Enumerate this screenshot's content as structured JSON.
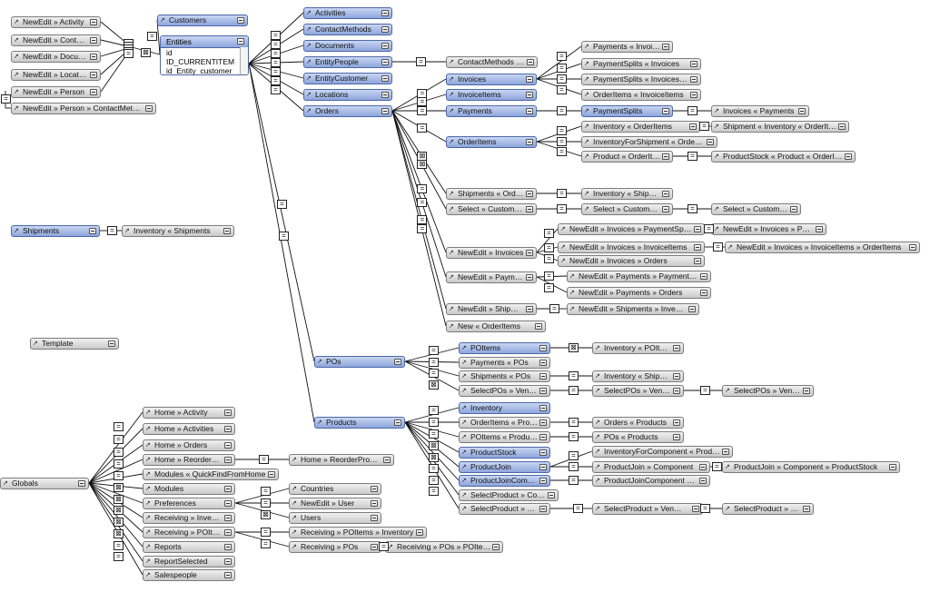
{
  "graph": {
    "occurrences": [
      {
        "id": "ne_act",
        "label": "NewEdit » Activity"
      },
      {
        "id": "ne_con",
        "label": "NewEdit » Contact…"
      },
      {
        "id": "ne_doc",
        "label": "NewEdit » Document"
      },
      {
        "id": "ne_loc",
        "label": "NewEdit » Location"
      },
      {
        "id": "ne_per",
        "label": "NewEdit » Person"
      },
      {
        "id": "ne_per_cm",
        "label": "NewEdit » Person » ContactMethods"
      },
      {
        "id": "customers",
        "label": "Customers",
        "blue": true
      },
      {
        "id": "activities",
        "label": "Activities",
        "blue": true
      },
      {
        "id": "contactmethods",
        "label": "ContactMethods",
        "blue": true
      },
      {
        "id": "documents",
        "label": "Documents",
        "blue": true
      },
      {
        "id": "entitypeople",
        "label": "EntityPeople",
        "blue": true
      },
      {
        "id": "entitycustomer",
        "label": "EntityCustomer",
        "blue": true
      },
      {
        "id": "locations",
        "label": "Locations",
        "blue": true
      },
      {
        "id": "orders",
        "label": "Orders",
        "blue": true
      },
      {
        "id": "cm_e",
        "label": "ContactMethods « E…"
      },
      {
        "id": "invoices",
        "label": "Invoices",
        "blue": true
      },
      {
        "id": "invoiceitems",
        "label": "InvoiceItems",
        "blue": true
      },
      {
        "id": "payments",
        "label": "Payments",
        "blue": true
      },
      {
        "id": "orderitems",
        "label": "OrderItems",
        "blue": true
      },
      {
        "id": "pay_inv",
        "label": "Payments « Invoices"
      },
      {
        "id": "ps_inv",
        "label": "PaymentSplits « Invoices"
      },
      {
        "id": "ps_invg",
        "label": "PaymentSplits « Invoices Global"
      },
      {
        "id": "oi_ii",
        "label": "OrderItems « InvoiceItems"
      },
      {
        "id": "paymentsplits",
        "label": "PaymentSplits",
        "blue": true
      },
      {
        "id": "inv_pay",
        "label": "Invoices « Payments"
      },
      {
        "id": "inv_oi",
        "label": "Inventory « OrderItems"
      },
      {
        "id": "ship_inv_oi",
        "label": "Shipment « Inventory « OrderItems"
      },
      {
        "id": "ifs_oi",
        "label": "InventoryForShipment « OrderItems"
      },
      {
        "id": "prod_oi",
        "label": "Product « OrderItems"
      },
      {
        "id": "ps_prod_oi",
        "label": "ProductStock « Product « OrderItems"
      },
      {
        "id": "ship_ord",
        "label": "Shipments « Orders"
      },
      {
        "id": "inv_shipme1",
        "label": "Inventory « Shipme…"
      },
      {
        "id": "sel_cust1",
        "label": "Select » Customers"
      },
      {
        "id": "sel_cust2",
        "label": "Select » Customers …"
      },
      {
        "id": "sel_cust3",
        "label": "Select » Customers …"
      },
      {
        "id": "ne_inv_ps",
        "label": "NewEdit » Invoices » PaymentSplits"
      },
      {
        "id": "ne_inv_pay",
        "label": "NewEdit » Invoices » Payments"
      },
      {
        "id": "ne_inv",
        "label": "NewEdit » Invoices"
      },
      {
        "id": "ne_inv_ii",
        "label": "NewEdit » Invoices » InvoiceItems"
      },
      {
        "id": "ne_inv_ii_oi",
        "label": "NewEdit » Invoices » InvoiceItems » OrderItems"
      },
      {
        "id": "ne_inv_ord",
        "label": "NewEdit » Invoices » Orders"
      },
      {
        "id": "ne_pay",
        "label": "NewEdit » Payments"
      },
      {
        "id": "ne_pay_ps",
        "label": "NewEdit » Payments » PaymentSplits"
      },
      {
        "id": "ne_pay_ord",
        "label": "NewEdit » Payments » Orders"
      },
      {
        "id": "ne_ship",
        "label": "NewEdit » Shipments"
      },
      {
        "id": "ne_ship_inv",
        "label": "NewEdit » Shipments » Inventory"
      },
      {
        "id": "new_oi",
        "label": "New « OrderItems"
      },
      {
        "id": "shipments",
        "label": "Shipments",
        "blue": true
      },
      {
        "id": "inv_shipments",
        "label": "Inventory « Shipments"
      },
      {
        "id": "template",
        "label": "Template"
      },
      {
        "id": "pos",
        "label": "POs",
        "blue": true
      },
      {
        "id": "poitems",
        "label": "POItems",
        "blue": true
      },
      {
        "id": "inv_poitems",
        "label": "Inventory « POItems"
      },
      {
        "id": "pay_pos",
        "label": "Payments « POs"
      },
      {
        "id": "ship_pos",
        "label": "Shipments « POs"
      },
      {
        "id": "inv_shipme2",
        "label": "Inventory « Shipme…"
      },
      {
        "id": "selpos_v1",
        "label": "SelectPOs » Vendors"
      },
      {
        "id": "selpos_v2",
        "label": "SelectPOs » Vendor…"
      },
      {
        "id": "selpos_v3",
        "label": "SelectPOs » Vendor…"
      },
      {
        "id": "products",
        "label": "Products",
        "blue": true
      },
      {
        "id": "inventory",
        "label": "Inventory",
        "blue": true
      },
      {
        "id": "oi_produ",
        "label": "OrderItems « Produ…"
      },
      {
        "id": "ord_prod",
        "label": "Orders « Products"
      },
      {
        "id": "poi_prod",
        "label": "POItems « Products"
      },
      {
        "id": "pos_prod",
        "label": "POs « Products"
      },
      {
        "id": "productstock",
        "label": "ProductStock",
        "blue": true
      },
      {
        "id": "inv_pj",
        "label": "InventoryForComponent « ProductJoin"
      },
      {
        "id": "productjoin",
        "label": "ProductJoin",
        "blue": true
      },
      {
        "id": "pj_comp",
        "label": "ProductJoin » Component"
      },
      {
        "id": "pj_comp_ps",
        "label": "ProductJoin » Component » ProductStock"
      },
      {
        "id": "pjcompo",
        "label": "ProductJoinCompo…",
        "blue": true
      },
      {
        "id": "pjc_kit",
        "label": "ProductJoinComponent » Kit"
      },
      {
        "id": "sp_comp",
        "label": "SelectProduct » Comp…"
      },
      {
        "id": "sp_vend",
        "label": "SelectProduct » Vend…"
      },
      {
        "id": "sp_ven2",
        "label": "SelectProduct » Ven…"
      },
      {
        "id": "sp_ven3",
        "label": "SelectProduct » Ven…"
      },
      {
        "id": "globals",
        "label": "Globals"
      },
      {
        "id": "h_act",
        "label": "Home » Activity"
      },
      {
        "id": "h_acts",
        "label": "Home » Activities"
      },
      {
        "id": "h_ord",
        "label": "Home » Orders"
      },
      {
        "id": "h_rs",
        "label": "Home » ReorderStock"
      },
      {
        "id": "h_rp",
        "label": "Home » ReorderProduct"
      },
      {
        "id": "mod_qf",
        "label": "Modules « QuickFindFromHome"
      },
      {
        "id": "modules",
        "label": "Modules"
      },
      {
        "id": "prefs",
        "label": "Preferences"
      },
      {
        "id": "countries",
        "label": "Countries"
      },
      {
        "id": "ne_user",
        "label": "NewEdit » User"
      },
      {
        "id": "users",
        "label": "Users"
      },
      {
        "id": "rec_inv",
        "label": "Receiving » Inventory"
      },
      {
        "id": "rec_poi",
        "label": "Receiving » POItems"
      },
      {
        "id": "rec_poi_inv",
        "label": "Receiving » POItems » Inventory"
      },
      {
        "id": "rec_pos",
        "label": "Receiving » POs"
      },
      {
        "id": "rec_pos_poi",
        "label": "Receiving » POs » POItems"
      },
      {
        "id": "reports",
        "label": "Reports"
      },
      {
        "id": "repsel",
        "label": "ReportSelected"
      },
      {
        "id": "salespeople",
        "label": "Salespeople"
      }
    ],
    "entities_table": {
      "title": "Entities",
      "fields": [
        "id",
        "ID_CURRENTITEM",
        "id_Entity_customer"
      ]
    },
    "relationship_symbol": "=",
    "cartesian_symbol": "⊠"
  }
}
